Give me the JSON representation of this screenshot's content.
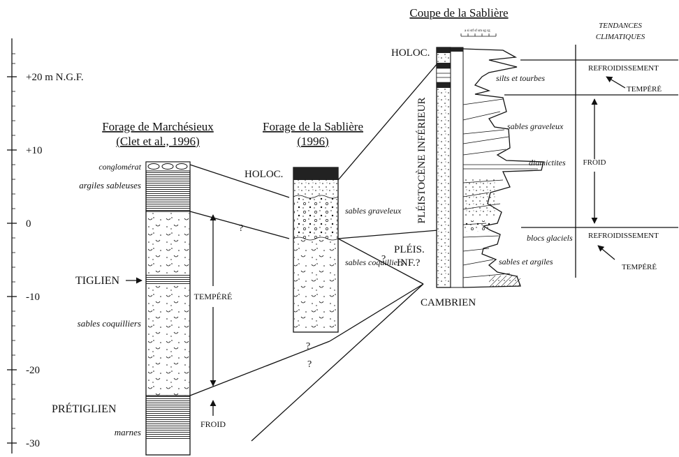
{
  "depth_axis": {
    "ticks": [
      "+20 m N.G.F.",
      "+10",
      "0",
      "-10",
      "-20",
      "-30"
    ]
  },
  "marchesieux": {
    "title": "Forage de Marchésieux",
    "citation": "(Clet et al., 1996)",
    "lithology": [
      "conglomérat",
      "argiles sableuses",
      "sables coquilliers",
      "marnes"
    ],
    "stages": [
      "TIGLIEN",
      "PRÉTIGLIEN"
    ],
    "climate": [
      "TEMPÉRÉ",
      "FROID"
    ]
  },
  "sabliere_drill": {
    "title": "Forage de la Sablière",
    "year": "(1996)",
    "stage": "HOLOC.",
    "lithology": [
      "sables graveleux",
      "sables coquilliers"
    ]
  },
  "sabliere_section": {
    "title": "Coupe de la Sablière",
    "grain_scale": "a si stf sf sm sg cg",
    "stages": [
      "HOLOC.",
      "PLÉISTOCÈNE INFÉRIEUR",
      "PLÉIS.",
      "INF.?"
    ],
    "lithology": [
      "silts et tourbes",
      "sables graveleux",
      "diamictites",
      "blocs glaciels",
      "sables et argiles"
    ],
    "base": "CAMBRIEN"
  },
  "climatic_trends": {
    "title_line1": "TENDANCES",
    "title_line2": "CLIMATIQUES",
    "labels": [
      "REFROIDISSEMENT",
      "TEMPÉRÉ",
      "FROID",
      "REFROIDISSEMENT",
      "TEMPÉRÉ"
    ]
  },
  "correlation_marks": [
    "?",
    "?",
    "?",
    "?"
  ]
}
